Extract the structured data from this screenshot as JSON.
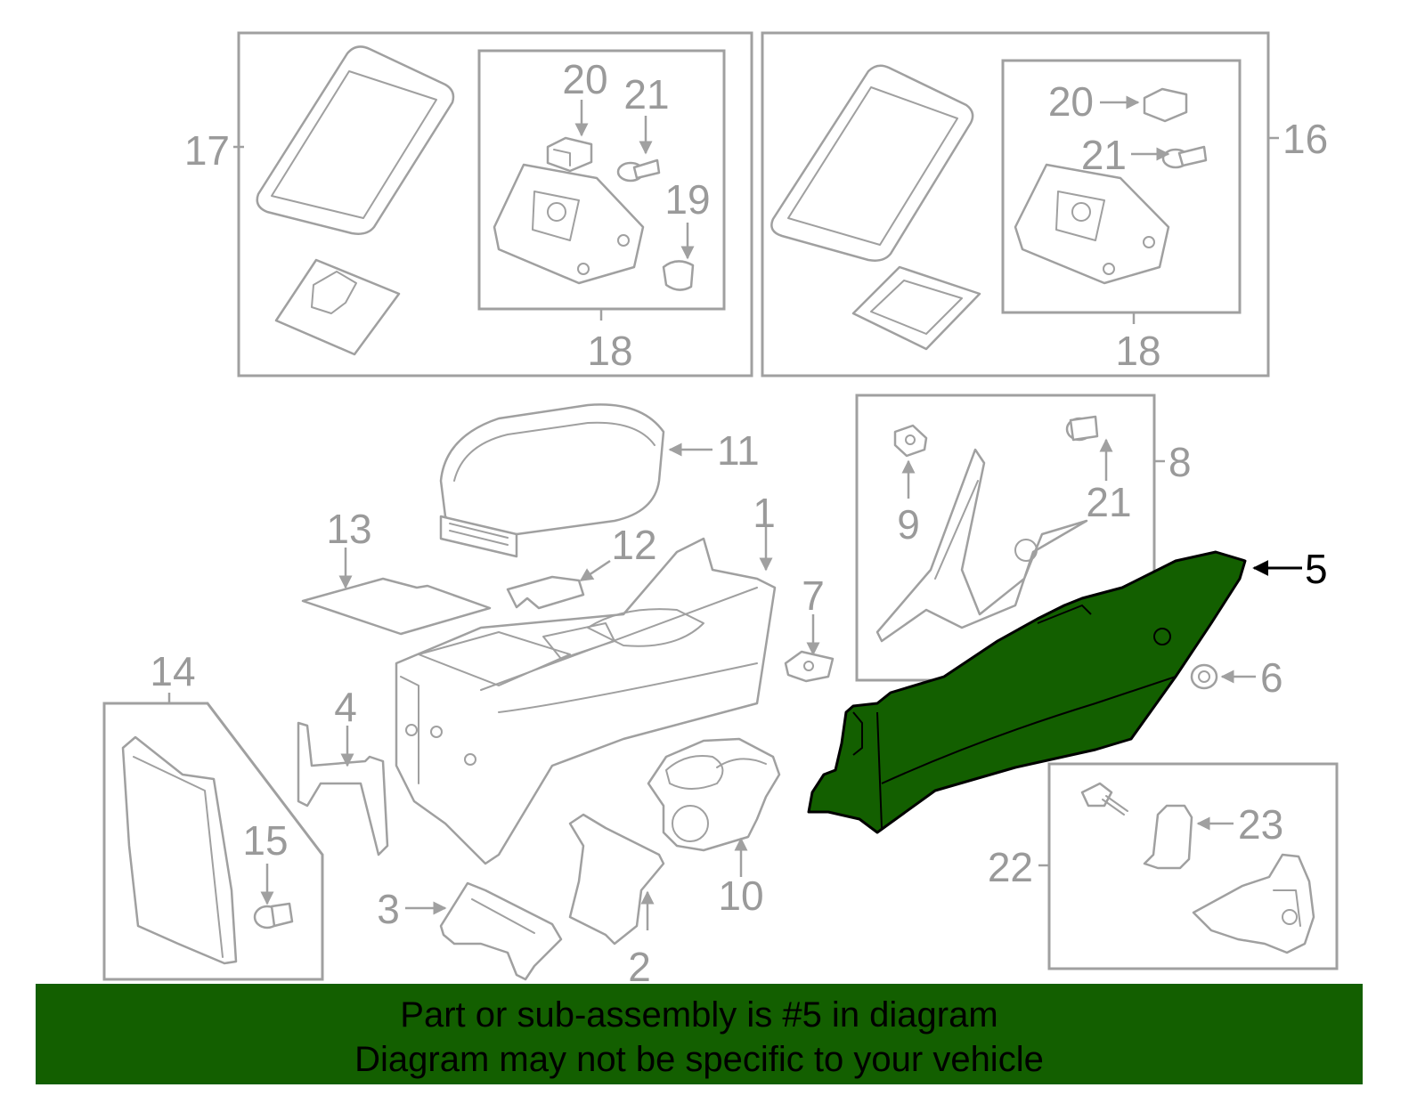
{
  "diagram": {
    "callouts": {
      "c1": "1",
      "c2": "2",
      "c3": "3",
      "c4": "4",
      "c5": "5",
      "c6": "6",
      "c7": "7",
      "c8": "8",
      "c9": "9",
      "c10": "10",
      "c11": "11",
      "c12": "12",
      "c13": "13",
      "c14": "14",
      "c15": "15",
      "c16": "16",
      "c17": "17",
      "c18a": "18",
      "c18b": "18",
      "c19": "19",
      "c20a": "20",
      "c20b": "20",
      "c21a": "21",
      "c21b": "21",
      "c21c": "21",
      "c22": "22",
      "c23": "23"
    },
    "highlighted_part": "5",
    "highlight_color": "#135f00",
    "line_color": "#a0a0a0"
  },
  "banner": {
    "line1": "Part or sub-assembly is #5 in diagram",
    "line2": "Diagram may not be specific to your vehicle",
    "background": "#135f00"
  }
}
